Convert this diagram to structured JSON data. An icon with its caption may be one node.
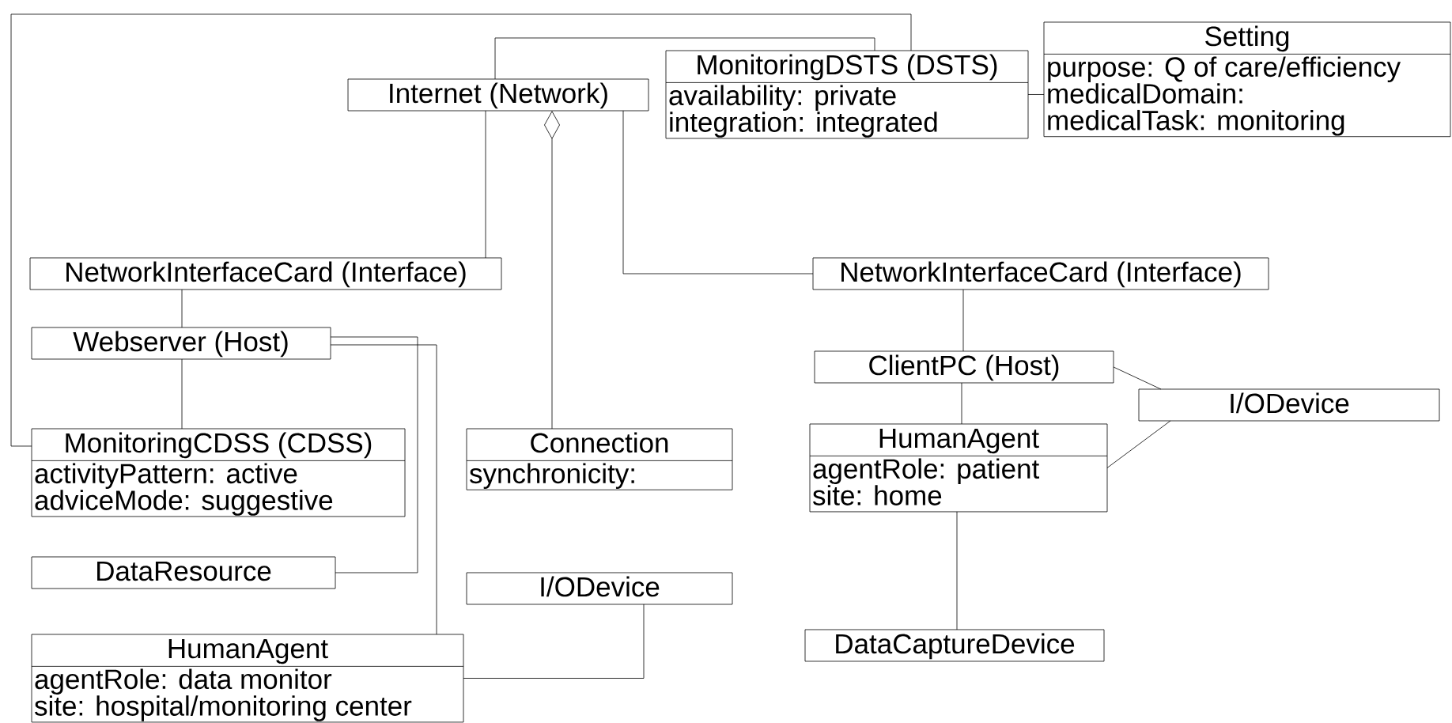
{
  "diagram": {
    "nodes": [
      {
        "text": [
          "Internet (Network)"
        ]
      },
      {
        "text": [
          "MonitoringDSTS (DSTS)",
          "availability: private",
          "integration: integrated"
        ]
      },
      {
        "text": [
          "Setting",
          "purpose: Q of care/efficiency",
          "medicalDomain:",
          "medicalTask: monitoring"
        ]
      },
      {
        "text": [
          "NetworkInterfaceCard (Interface)"
        ]
      },
      {
        "text": [
          "NetworkInterfaceCard (Interface)"
        ]
      },
      {
        "text": [
          "Webserver (Host)"
        ]
      },
      {
        "text": [
          "ClientPC (Host)"
        ]
      },
      {
        "text": [
          "MonitoringCDSS (CDSS)",
          "activityPattern: active",
          "adviceMode: suggestive"
        ]
      },
      {
        "text": [
          "Connection",
          "synchronicity:"
        ]
      },
      {
        "text": [
          "I/ODevice"
        ]
      },
      {
        "text": [
          "HumanAgent",
          "agentRole: patient",
          "site: home"
        ]
      },
      {
        "text": [
          "DataResource"
        ]
      },
      {
        "text": [
          "I/ODevice"
        ]
      },
      {
        "text": [
          "DataCaptureDevice"
        ]
      },
      {
        "text": [
          "HumanAgent",
          "agentRole: data monitor",
          "site: hospital/monitoring center"
        ]
      }
    ],
    "edges": [
      {
        "from": 0,
        "to": 1,
        "arrow": "none"
      },
      {
        "from": 1,
        "to": 2,
        "arrow": "none"
      },
      {
        "from": 7,
        "to": 1,
        "arrow": "none"
      },
      {
        "from": 0,
        "to": 3,
        "arrow": "none"
      },
      {
        "from": 0,
        "to": 4,
        "arrow": "none"
      },
      {
        "from": 0,
        "to": 8,
        "arrow": "other"
      },
      {
        "from": 3,
        "to": 5,
        "arrow": "none"
      },
      {
        "from": 5,
        "to": 7,
        "arrow": "none"
      },
      {
        "from": 5,
        "to": 11,
        "arrow": "none"
      },
      {
        "from": 5,
        "to": 14,
        "arrow": "none"
      },
      {
        "from": 4,
        "to": 6,
        "arrow": "none"
      },
      {
        "from": 6,
        "to": 9,
        "arrow": "none"
      },
      {
        "from": 6,
        "to": 10,
        "arrow": "none"
      },
      {
        "from": 10,
        "to": 9,
        "arrow": "none"
      },
      {
        "from": 10,
        "to": 13,
        "arrow": "none"
      },
      {
        "from": 12,
        "to": 14,
        "arrow": "none"
      }
    ]
  }
}
